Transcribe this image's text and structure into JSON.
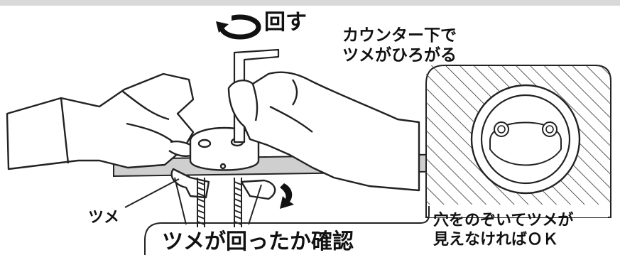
{
  "labels": {
    "rotate": "回す",
    "claw_spread_line1": "カウンター下で",
    "claw_spread_line2": "ツメがひろがる",
    "claw": "ツメ",
    "check_rotation": "ツメが回ったか確認",
    "peek_line1": "穴をのぞいてツメが",
    "peek_line2": "見えなければＯＫ"
  },
  "icons": {
    "rotation_arrow": "counterclockwise-rotation-arrow",
    "turn_arrow": "curved-down-arrow"
  },
  "colors": {
    "line": "#222222",
    "fill": "#ffffff",
    "counter": "#cfcfcf",
    "hatch": "#333333"
  }
}
